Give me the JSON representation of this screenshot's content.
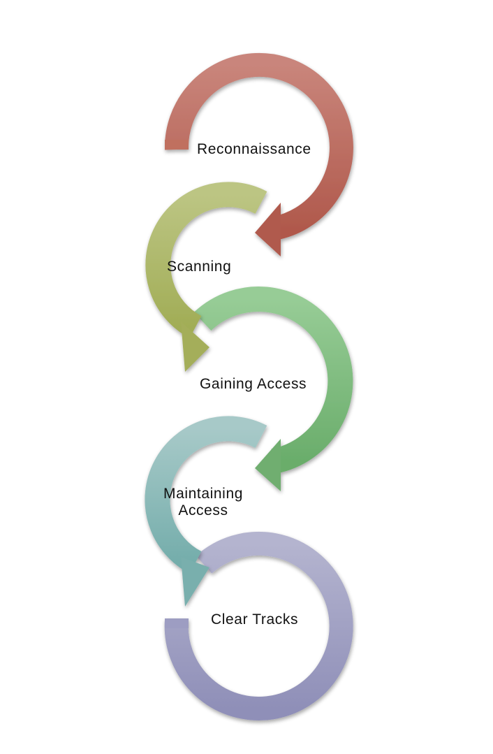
{
  "steps": [
    {
      "label": "Reconnaissance",
      "color_light": "#c9857b",
      "color_dark": "#b0594c"
    },
    {
      "label": "Scanning",
      "color_light": "#bcc583",
      "color_dark": "#a1ad56"
    },
    {
      "label": "Gaining Access",
      "color_light": "#97cc96",
      "color_dark": "#6aad6b"
    },
    {
      "label_line1": "Maintaining",
      "label_line2": "Access",
      "color_light": "#a7c9c8",
      "color_dark": "#74adab"
    },
    {
      "label": "Clear Tracks",
      "color_light": "#b4b4cf",
      "color_dark": "#8f8fb8"
    }
  ]
}
